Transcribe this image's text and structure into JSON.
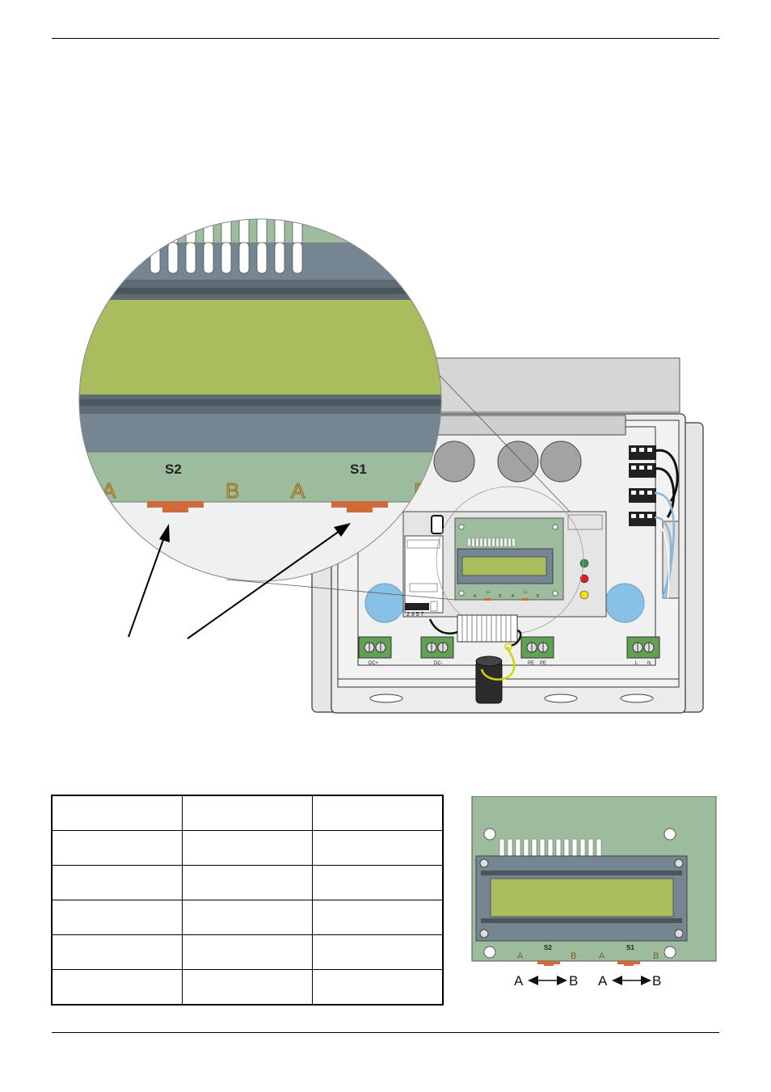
{
  "zoom": {
    "switch_s2": "S2",
    "switch_s1": "S1",
    "pos_a1": "A",
    "pos_b1": "B",
    "pos_a2": "A",
    "pos_b2": "B"
  },
  "terminals": {
    "dc_plus": "DC+",
    "dc_minus": "DC-",
    "pe1": "PE",
    "pe2": "PE",
    "l": "L",
    "n": "N"
  },
  "board": {
    "dip_label": "2 3 5 7",
    "mini_s2": "S2",
    "mini_s1": "S1",
    "mini_a1": "A",
    "mini_b1": "B",
    "mini_a2": "A",
    "mini_b2": "B"
  },
  "lcd_detail": {
    "s2": "S2",
    "s1": "S1",
    "a1": "A",
    "b1": "B",
    "a2": "A",
    "b2": "B",
    "arrow_a1": "A",
    "arrow_b1": "B",
    "arrow_a2": "A",
    "arrow_b2": "B"
  },
  "colors": {
    "pcb_green": "#9dbb9d",
    "lcd_green": "#a9bc5e",
    "frame_gray": "#758592",
    "switch_orange": "#d06a3a",
    "knockout_blue": "#87c1e6",
    "terminal_green": "#62a153",
    "led_green": "#3c8c4a",
    "led_red": "#d7201f",
    "led_yellow": "#f2df1a"
  }
}
